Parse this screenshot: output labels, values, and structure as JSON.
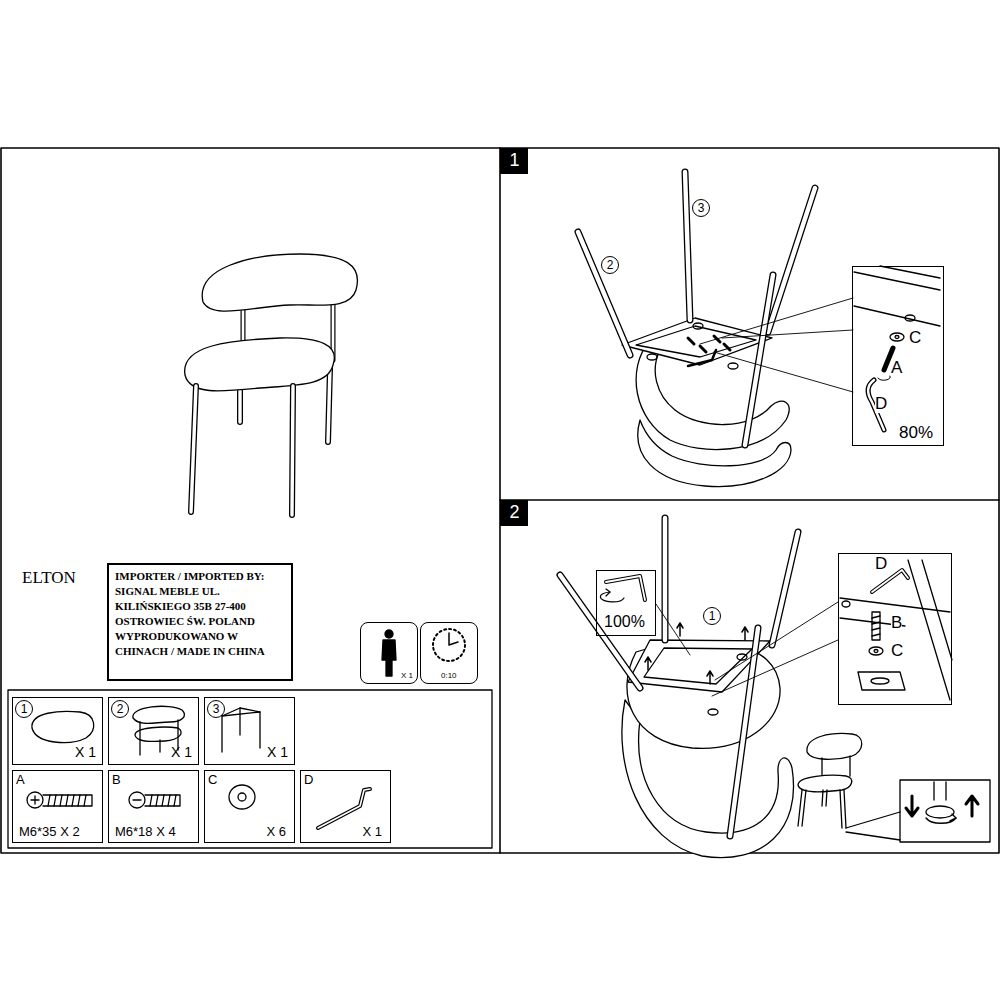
{
  "diagram": {
    "title": "ELTON",
    "nodes": [
      {
        "text": [
          "IMPORTER / IMPORTED BY: SIGNAL MEBLE UL. KILIŃSKIEGO 35B 27-400 OSTROWIEC ŚW. POLAND WYPRODUKOWANO W CHINACH / MADE IN CHINA"
        ]
      },
      {
        "text": [
          "X 1"
        ]
      },
      {
        "text": [
          "0:10"
        ]
      },
      {
        "text": [
          "1",
          "X 1"
        ]
      },
      {
        "text": [
          "2",
          "X 1"
        ]
      },
      {
        "text": [
          "3",
          "X 1"
        ]
      },
      {
        "text": [
          "A",
          "M6*35 X 2"
        ]
      },
      {
        "text": [
          "B",
          "M6*18 X 4"
        ]
      },
      {
        "text": [
          "C",
          "X 6"
        ]
      },
      {
        "text": [
          "D",
          "X 1"
        ]
      },
      {
        "text": [
          "1"
        ]
      },
      {
        "text": [
          "C",
          "A",
          "D",
          "80%"
        ]
      },
      {
        "text": [
          "2"
        ]
      },
      {
        "text": [
          "100%"
        ]
      },
      {
        "text": [
          "D",
          "B",
          "C"
        ]
      }
    ],
    "labels": [
      "3",
      "2",
      "1"
    ]
  }
}
